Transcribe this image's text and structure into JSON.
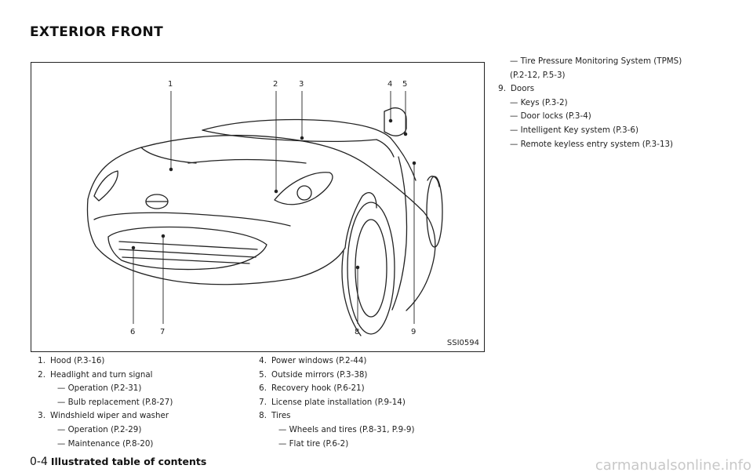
{
  "page_title": "EXTERIOR FRONT",
  "figure": {
    "code": "SSI0594",
    "callouts": [
      "1",
      "2",
      "3",
      "4",
      "5",
      "6",
      "7",
      "8",
      "9"
    ]
  },
  "items": [
    {
      "num": "1.",
      "text": "Hood (P.3-16)",
      "subs": []
    },
    {
      "num": "2.",
      "text": "Headlight and turn signal",
      "subs": [
        "— Operation (P.2-31)",
        "— Bulb replacement (P.8-27)"
      ]
    },
    {
      "num": "3.",
      "text": "Windshield wiper and washer",
      "subs": [
        "— Operation (P.2-29)",
        "— Maintenance (P.8-20)"
      ]
    },
    {
      "num": "4.",
      "text": "Power windows (P.2-44)",
      "subs": []
    },
    {
      "num": "5.",
      "text": "Outside mirrors (P.3-38)",
      "subs": []
    },
    {
      "num": "6.",
      "text": "Recovery hook (P.6-21)",
      "subs": []
    },
    {
      "num": "7.",
      "text": "License plate installation (P.9-14)",
      "subs": []
    },
    {
      "num": "8.",
      "text": "Tires",
      "subs": [
        "— Wheels and tires (P.8-31, P.9-9)",
        "— Flat tire (P.6-2)"
      ]
    },
    {
      "num": "",
      "text": "",
      "subs": [
        "— Tire Pressure Monitoring System (TPMS)",
        "(P.2-12, P.5-3)"
      ]
    },
    {
      "num": "9.",
      "text": "Doors",
      "subs": [
        "— Keys (P.3-2)",
        "— Door locks (P.3-4)",
        "— Intelligent Key system (P.3-6)",
        "— Remote keyless entry system (P.3-13)"
      ]
    }
  ],
  "footer": {
    "page_number": "0-4",
    "section": "Illustrated table of contents"
  },
  "watermark": "carmanualsonline.info"
}
